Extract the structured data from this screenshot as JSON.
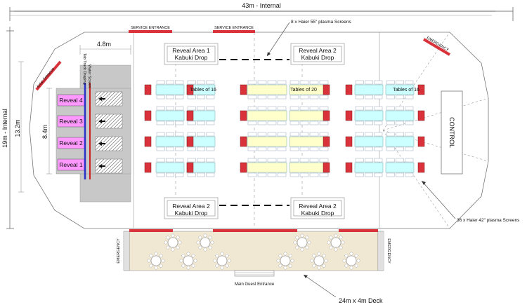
{
  "dimensions": {
    "width_label": "43m - Internal",
    "height_label": "19m - Internal",
    "inner_height": "13.2m",
    "reveal_height": "8.4m",
    "backstage_width": "4.8m"
  },
  "entrances": {
    "service_1": "SERVICE ENTRANCE",
    "service_2": "SERVICE ENTRANCE",
    "emergency_top_right": "EMERGENCY",
    "emergency_left": "EMERGENCY",
    "emergency_right": "EMERGENCY",
    "artist_entrance": "Artist Entrance",
    "main_guest": "Main Guest Entrance"
  },
  "backstage": {
    "reveals": [
      "Reveal 4",
      "Reveal 3",
      "Reveal 2",
      "Reveal 1"
    ],
    "tab_track": "Tab Track Draping",
    "water_screen": "Water Screen"
  },
  "kabuki": {
    "top_left": [
      "Reveal Area 1",
      "Kabuki Drop"
    ],
    "top_right": [
      "Reveal Area 2",
      "Kabuki Drop"
    ],
    "bottom_left": [
      "Reveal Area 2",
      "Kabuki Drop"
    ],
    "bottom_right": [
      "Reveal Area 2",
      "Kabuki Drop"
    ]
  },
  "tables": {
    "left": "Tables of 16",
    "center": "Tables of 20",
    "right": "Tables of 16"
  },
  "control": "CONTROL",
  "callouts": {
    "screens_55": "8 x Haier 55\" plasma Screens",
    "screens_42": "36 x Haier 42\" plasma Screens",
    "deck": "24m x 4m Deck"
  },
  "colors": {
    "backstage": "#c8c8c8",
    "reveal": "#ff99ff",
    "table_cyan": "#ccffff",
    "table_yellow": "#ffffcc",
    "screen_red": "#d9323a",
    "deck": "#f0e8d2",
    "water_screen": "#cc2222",
    "tab_track": "#2a32c8"
  }
}
